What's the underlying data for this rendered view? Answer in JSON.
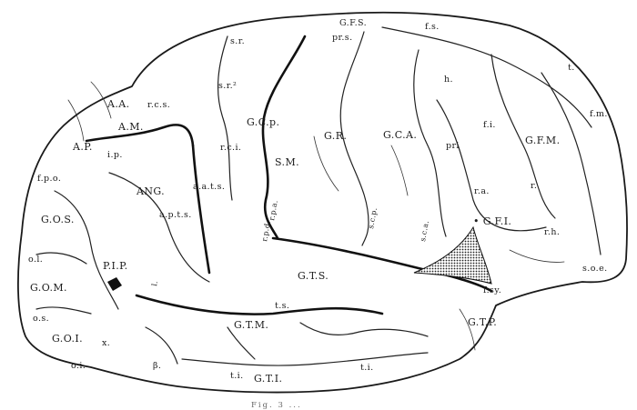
{
  "figure": {
    "caption": "Fig. 3 ...",
    "labels": {
      "gfs": "G.F.S.",
      "fs": "f.s.",
      "sr": "s.r.",
      "prs": "pr.s.",
      "h": "h.",
      "t": "t.",
      "fm": "f.m.",
      "sr2": "s.r.²",
      "rcs": "r.c.s.",
      "aa": "A.A.",
      "am": "A.M.",
      "ap": "A.P.",
      "ip": "i.p.",
      "fpo": "f.p.o.",
      "gcp": "G.C.p.",
      "rci": "r.c.i.",
      "sm": "S.M.",
      "gr": "G.R.",
      "gca": "G.C.A.",
      "pri": "pri",
      "fi": "f.i.",
      "gfm": "G.F.M.",
      "r": "r.",
      "ra": "r.a.",
      "gfi": "• G.F.I.",
      "rh": "r.h.",
      "soe": "s.o.e.",
      "ang": "ANG.",
      "aats": "a.a.t.s.",
      "apts": "a.p.t.s.",
      "rpa": "r.p.a.",
      "rpd": "r.p.d.",
      "scp": "s.c.p.",
      "sca": "s.c.a.",
      "gos": "G.O.S.",
      "ol": "o.l.",
      "pip": "P.I.P.",
      "gts": "G.T.S.",
      "fsy": "f.sy.",
      "gom": "G.O.M.",
      "os": "o.s.",
      "goi": "G.O.I.",
      "oi": "o.i.",
      "x": "x.",
      "b": "β.",
      "gtm": "G.T.M.",
      "ts": "t.s.",
      "gtp": "G.T.P.",
      "ti": "t.i.",
      "ti2": "t.i.",
      "gti": "G.T.I.",
      "l": "l."
    }
  }
}
